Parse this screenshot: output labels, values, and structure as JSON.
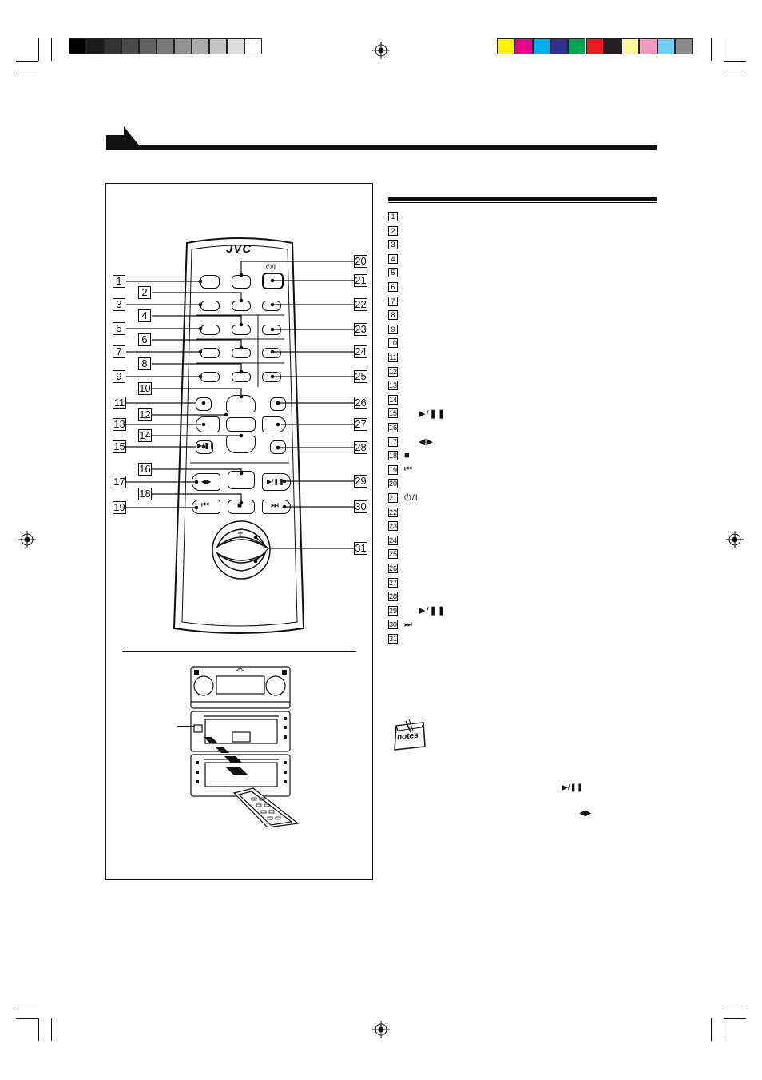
{
  "gray_bar": [
    "#000000",
    "#1a1a1a",
    "#333333",
    "#4a4a4a",
    "#626262",
    "#7a7a7a",
    "#939393",
    "#ababab",
    "#c4c4c4",
    "#dcdcdc",
    "#ffffff"
  ],
  "color_bar": [
    "#fff200",
    "#ec008c",
    "#00aeef",
    "#2e3192",
    "#00a651",
    "#ed1c24",
    "#231f20",
    "#fff799",
    "#f49ac1",
    "#6dcff6",
    "#8c8c8c"
  ],
  "remote": {
    "brand": "JVC",
    "power_symbol": "⏻/I",
    "play_pause": "▶/❚❚",
    "tuning": "◀▶",
    "stop": "■",
    "prev": "⏮",
    "next": "⏭",
    "volume_plus": "+",
    "volume_minus": "–",
    "callouts_left": [
      "1",
      "2",
      "3",
      "4",
      "5",
      "6",
      "7",
      "8",
      "9",
      "10",
      "11",
      "12",
      "13",
      "14",
      "15",
      "16",
      "17",
      "18",
      "19"
    ],
    "callouts_right": [
      "20",
      "21",
      "22",
      "23",
      "24",
      "25",
      "26",
      "27",
      "28",
      "29",
      "30",
      "31"
    ]
  },
  "unit": {
    "brand": "JVC"
  },
  "legend": [
    {
      "num": "1",
      "sym": ""
    },
    {
      "num": "2",
      "sym": ""
    },
    {
      "num": "3",
      "sym": ""
    },
    {
      "num": "4",
      "sym": ""
    },
    {
      "num": "5",
      "sym": ""
    },
    {
      "num": "6",
      "sym": ""
    },
    {
      "num": "7",
      "sym": ""
    },
    {
      "num": "8",
      "sym": ""
    },
    {
      "num": "9",
      "sym": ""
    },
    {
      "num": "10",
      "sym": ""
    },
    {
      "num": "11",
      "sym": ""
    },
    {
      "num": "12",
      "sym": ""
    },
    {
      "num": "13",
      "sym": ""
    },
    {
      "num": "14",
      "sym": ""
    },
    {
      "num": "15",
      "sym": "▶/❚❚"
    },
    {
      "num": "16",
      "sym": ""
    },
    {
      "num": "17",
      "sym": "◀▶"
    },
    {
      "num": "18",
      "sym": "■"
    },
    {
      "num": "19",
      "sym": "⏮"
    },
    {
      "num": "20",
      "sym": ""
    },
    {
      "num": "21",
      "sym": "⏻/I"
    },
    {
      "num": "22",
      "sym": ""
    },
    {
      "num": "23",
      "sym": ""
    },
    {
      "num": "24",
      "sym": ""
    },
    {
      "num": "25",
      "sym": ""
    },
    {
      "num": "26",
      "sym": ""
    },
    {
      "num": "27",
      "sym": ""
    },
    {
      "num": "28",
      "sym": ""
    },
    {
      "num": "29",
      "sym": "▶/❚❚"
    },
    {
      "num": "30",
      "sym": "⏭"
    },
    {
      "num": "31",
      "sym": ""
    }
  ],
  "notes": {
    "icon_label": "notes",
    "sym_play": "▶/❚❚",
    "sym_tuning": "◀▶"
  }
}
